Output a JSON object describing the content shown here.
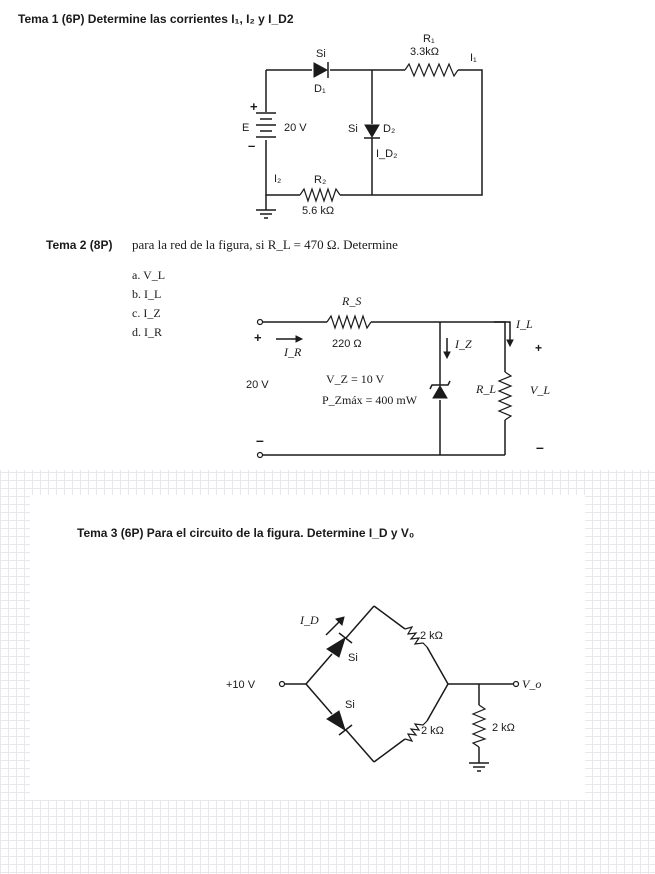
{
  "tema1": {
    "title": "Tema 1 (6P) Determine las corrientes I₁, I₂ y I_D2",
    "labels": {
      "d1_material": "Si",
      "d1_name": "D₁",
      "r1_name": "R₁",
      "r1_value": "3.3kΩ",
      "i1": "I₁",
      "source_plus": "+",
      "source_minus": "–",
      "source_name": "E",
      "source_value": "20 V",
      "d2_material": "Si",
      "d2_name": "D₂",
      "id2": "I_D₂",
      "i2": "I₂",
      "r2_name": "R₂",
      "r2_value": "5.6 kΩ"
    }
  },
  "tema2": {
    "title": "Tema 2 (8P)",
    "prompt": "para la red de la figura, si R_L = 470 Ω. Determine",
    "items": [
      "a.  V_L",
      "b.  I_L",
      "c.  I_Z",
      "d.  I_R"
    ],
    "labels": {
      "rs_name": "R_S",
      "rs_value": "220 Ω",
      "plus": "+",
      "minus": "–",
      "source_value": "20 V",
      "ir": "I_R",
      "vz": "V_Z = 10 V",
      "pz": "P_Zmáx = 400 mW",
      "iz": "I_Z",
      "il": "I_L",
      "rl": "R_L",
      "vl": "V_L",
      "vl_plus": "+",
      "vl_minus": "–"
    }
  },
  "tema3": {
    "title": "Tema 3 (6P) Para el circuito de la figura. Determine I_D y V₀",
    "labels": {
      "id": "I_D",
      "si_top": "Si",
      "si_bottom": "Si",
      "r_top": "2 kΩ",
      "r_bottom": "2 kΩ",
      "r_load": "2 kΩ",
      "source": "+10 V",
      "vo": "V_o"
    }
  }
}
